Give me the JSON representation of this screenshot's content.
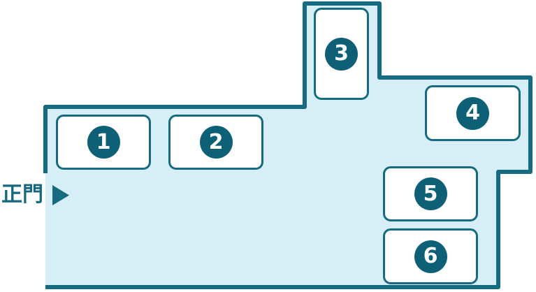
{
  "gate": {
    "label": "正門",
    "arrow_icon": "right-pointing-triangle"
  },
  "buildings": [
    {
      "number": "1"
    },
    {
      "number": "2"
    },
    {
      "number": "3"
    },
    {
      "number": "4"
    },
    {
      "number": "5"
    },
    {
      "number": "6"
    }
  ],
  "colors": {
    "area_fill": "#d6eef5",
    "outline": "#176b80",
    "badge_fill": "#0e6076",
    "badge_number": "#ffffff",
    "gate_label": "#17687e"
  }
}
